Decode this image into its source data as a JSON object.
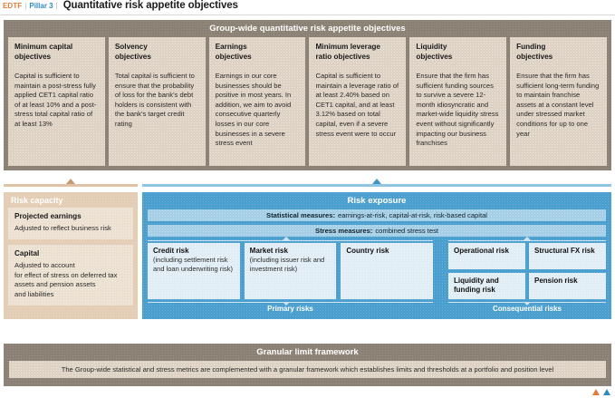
{
  "header": {
    "tag_edtf": "EDTF",
    "sep1": "|",
    "tag_pillar3": "Pillar 3",
    "sep2": "|",
    "title": "Quantitative risk appetite objectives"
  },
  "objectives": {
    "section_title": "Group-wide quantitative risk appetite objectives",
    "cards": [
      {
        "title": "Minimum capital\nobjectives",
        "body": "Capital is sufficient to maintain a post-stress fully applied CET1 capital ratio of at least 10% and a post-stress total capital ratio of at least 13%"
      },
      {
        "title": "Solvency\nobjectives",
        "body": "Total capital is sufficient to ensure that the probability of loss for the bank’s debt holders is consistent with the bank’s target credit rating"
      },
      {
        "title": "Earnings\nobjectives",
        "body": "Earnings in our core businesses should be positive in most years. In addition, we aim to avoid consecutive quarterly losses in our core businesses in a severe stress event"
      },
      {
        "title": "Minimum leverage\nratio objectives",
        "body": "Capital is sufficient to maintain a leverage ratio of at least 2.40% based on CET1 capital, and at least 3.12% based on total capital, even if a severe stress event were to occur"
      },
      {
        "title": "Liquidity\nobjectives",
        "body": "Ensure that the firm has sufficient funding sources to survive a severe 12-month idiosyncratic and market-wide liquidity stress event without significantly impacting our business franchises"
      },
      {
        "title": "Funding\nobjectives",
        "body": "Ensure that the firm has sufficient long-term funding to maintain franchise assets at a constant level under stressed market conditions for up to one year"
      }
    ]
  },
  "capacity": {
    "section_title": "Risk capacity",
    "cards": [
      {
        "title": "Projected earnings",
        "body": "Adjusted to reflect business risk"
      },
      {
        "title": "Capital",
        "body": "Adjusted to account\nfor effect of stress on deferred tax assets and pension assets\nand liabilities"
      }
    ]
  },
  "exposure": {
    "section_title": "Risk exposure",
    "measures": [
      {
        "label": "Statistical measures:",
        "value": "earnings-at-risk, capital-at-risk, risk-based capital"
      },
      {
        "label": "Stress measures:",
        "value": "combined stress test"
      }
    ],
    "primary_risks": [
      {
        "title": "Credit risk",
        "sub": "(including settlement risk and loan underwriting risk)"
      },
      {
        "title": "Market risk",
        "sub": "(including issuer risk and investment risk)"
      },
      {
        "title": "Country risk",
        "sub": ""
      }
    ],
    "consequential_risks": [
      {
        "title": "Operational risk"
      },
      {
        "title": "Structural FX risk"
      },
      {
        "title": "Liquidity and funding risk"
      },
      {
        "title": "Pension risk"
      }
    ],
    "group_label_primary": "Primary risks",
    "group_label_consequential": "Consequential risks"
  },
  "granular": {
    "section_title": "Granular limit framework",
    "body": "The Group-wide statistical and stress metrics are complemented with a granular framework which establishes limits and thresholds at a portfolio and position level"
  },
  "colors": {
    "brown": "#8c8175",
    "tan": "#e3cdb5",
    "blue": "#4a9fcf",
    "accent_orange": "#E07B39",
    "accent_blue": "#2E8BC0"
  }
}
